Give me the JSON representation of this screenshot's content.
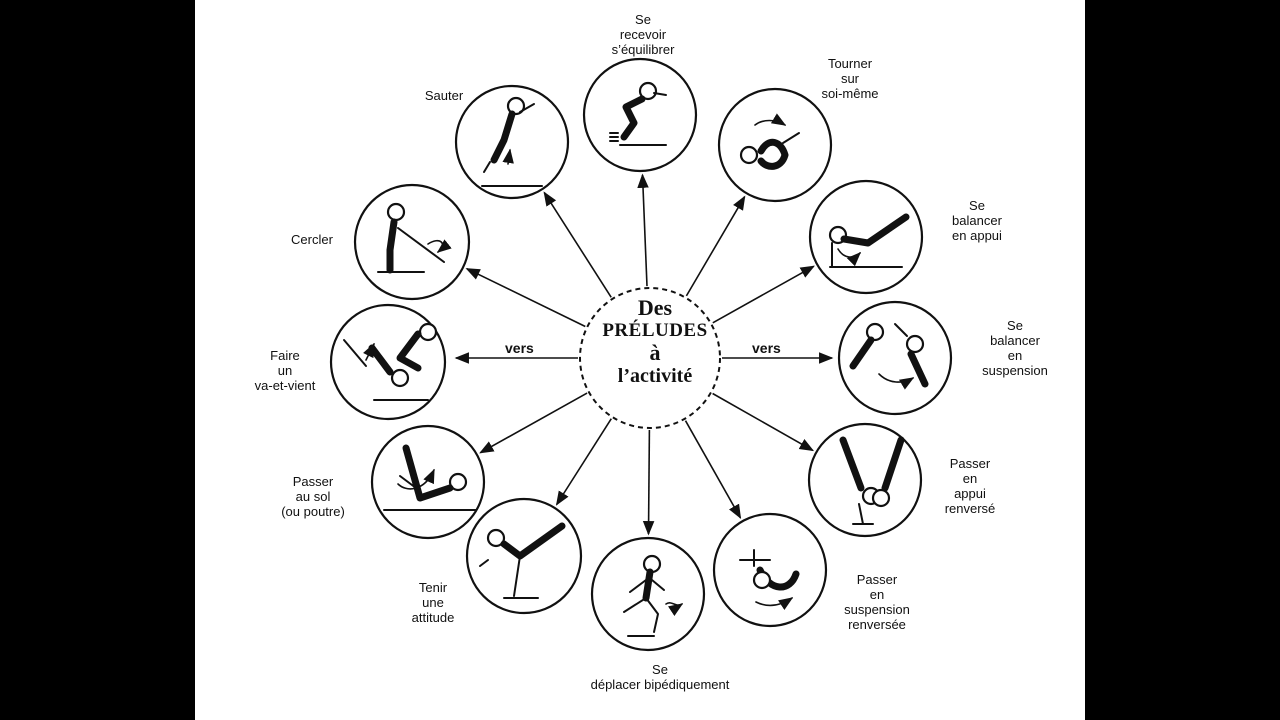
{
  "center": {
    "line1": "Des",
    "line2": "PRÉLUDES",
    "line3": "à",
    "line4": "l’activité"
  },
  "connector": {
    "left": "vers",
    "right": "vers"
  },
  "items": [
    {
      "id": "sauter",
      "lines": [
        "Sauter"
      ]
    },
    {
      "id": "se-recevoir",
      "lines": [
        "Se",
        "recevoir",
        "s’équilibrer"
      ]
    },
    {
      "id": "tourner",
      "lines": [
        "Tourner",
        "sur",
        "soi-même"
      ]
    },
    {
      "id": "balancer-appui",
      "lines": [
        "Se",
        "balancer",
        "en  appui"
      ]
    },
    {
      "id": "balancer-suspension",
      "lines": [
        "Se",
        "balancer",
        "en",
        "suspension"
      ]
    },
    {
      "id": "appui-renverse",
      "lines": [
        "Passer",
        "en",
        "appui",
        "renversé"
      ]
    },
    {
      "id": "suspension-renversee",
      "lines": [
        "Passer",
        "en",
        "suspension",
        "renversée"
      ]
    },
    {
      "id": "deplacer",
      "lines": [
        "Se",
        "déplacer bipédiquement"
      ]
    },
    {
      "id": "tenir",
      "lines": [
        "Tenir",
        "une",
        "attitude"
      ]
    },
    {
      "id": "passer-sol",
      "lines": [
        "Passer",
        "au sol",
        "(ou poutre)"
      ]
    },
    {
      "id": "va-et-vient",
      "lines": [
        "Faire",
        "un",
        "va-et-vient"
      ]
    },
    {
      "id": "cercler",
      "lines": [
        "Cercler"
      ]
    }
  ],
  "colors": {
    "ink": "#111111",
    "paper": "#ffffff",
    "frame": "#000000"
  }
}
